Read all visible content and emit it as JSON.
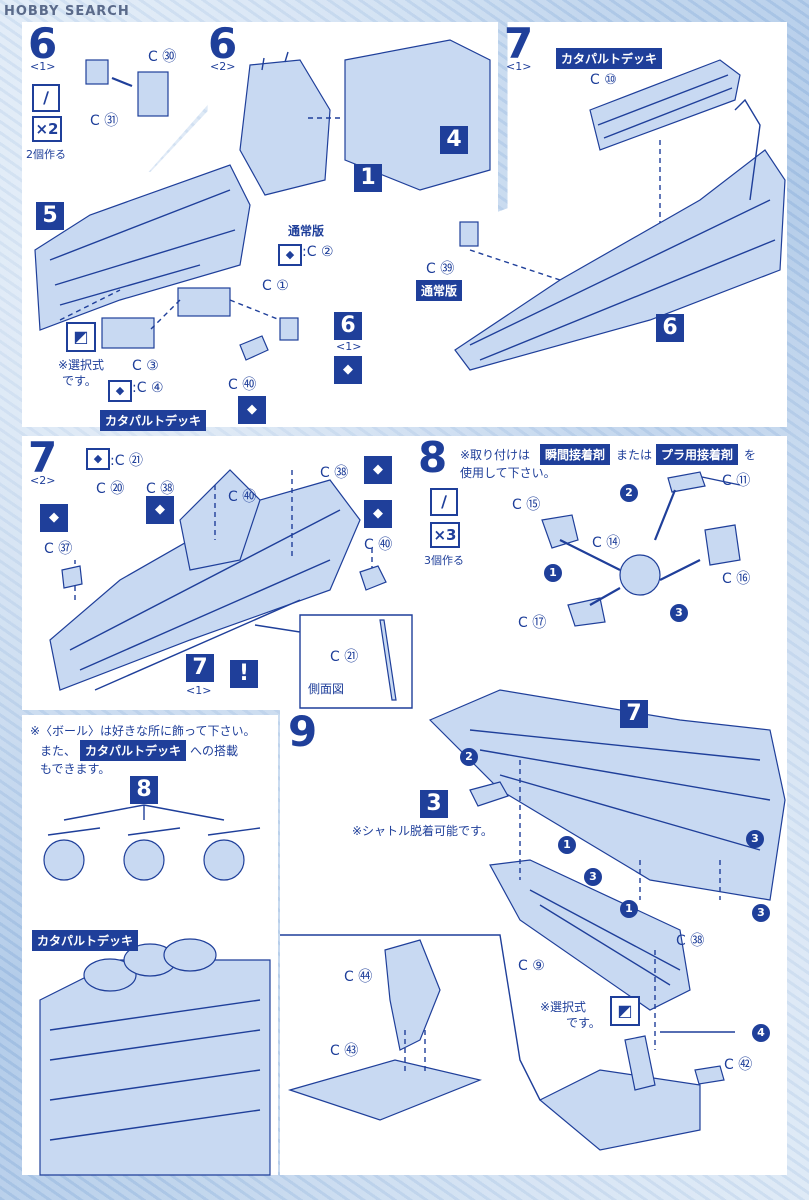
{
  "watermark": "HOBBY SEARCH",
  "steps": {
    "s6_1": {
      "num": "6",
      "sub": "<1>",
      "parts": [
        "C ㉚",
        "C ㉛"
      ],
      "repeat": "×2",
      "repeat_note": "2個作る"
    },
    "s6_2": {
      "num": "6",
      "sub": "<2>",
      "refs": [
        "4",
        "1",
        "5"
      ],
      "version_tag": "通常版",
      "opt_c2": ":C ②",
      "part_c1": "C ①",
      "part_c3": "C ③",
      "opt_c4": ":C ④",
      "part_c40": "C ㊵",
      "ref_6": "6",
      "ref_6_sub": "<1>",
      "select_note_1": "※選択式",
      "select_note_2": "です。",
      "catapult_tag": "カタパルトデッキ"
    },
    "s7_1": {
      "num": "7",
      "sub": "<1>",
      "catapult_tag": "カタパルトデッキ",
      "part_c10": "C ⑩",
      "part_c39": "C ㊴",
      "version_tag": "通常版",
      "ref": "6"
    },
    "s7_2": {
      "num": "7",
      "sub": "<2>",
      "opt_c21": ":C ㉑",
      "part_c20": "C ⑳",
      "part_c38a": "C ㊳",
      "part_c40a": "C ㊵",
      "part_c38b": "C ㊳",
      "part_c37": "C ㊲",
      "part_c40b": "C ㊵",
      "ref": "7",
      "ref_sub": "<1>",
      "part_c21": "C ㉑",
      "side_view": "側面図"
    },
    "s8": {
      "num": "8",
      "note_1": "※取り付けは",
      "tag_1": "瞬間接着剤",
      "note_2": "または",
      "tag_2": "プラ用接着剤",
      "note_3": "を",
      "note_4": "使用して下さい。",
      "parts": [
        "C ⑮",
        "C ⑪",
        "C ⑭",
        "C ⑯",
        "C ⑰"
      ],
      "circles": [
        "2",
        "1",
        "3"
      ],
      "repeat": "×3",
      "repeat_note": "3個作る"
    },
    "ball_note": {
      "line_1": "※〈ボール〉は好きな所に飾って下さい。",
      "line_2a": "また、",
      "tag": "カタパルトデッキ",
      "line_2b": "への搭載",
      "line_3": "もできます。",
      "ref": "8",
      "catapult_tag": "カタパルトデッキ"
    },
    "s9": {
      "num": "9",
      "ref_7": "7",
      "ref_3": "3",
      "shuttle_note": "※シャトル脱着可能です。",
      "part_c38": "C ㊳",
      "part_c9": "C ⑨",
      "part_c42": "C ㊷",
      "part_c44": "C ㊹",
      "part_c43": "C ㊸",
      "select_note_1": "※選択式",
      "select_note_2": "です。",
      "circles": [
        "2",
        "1",
        "3",
        "1",
        "3",
        "3",
        "4"
      ]
    }
  }
}
